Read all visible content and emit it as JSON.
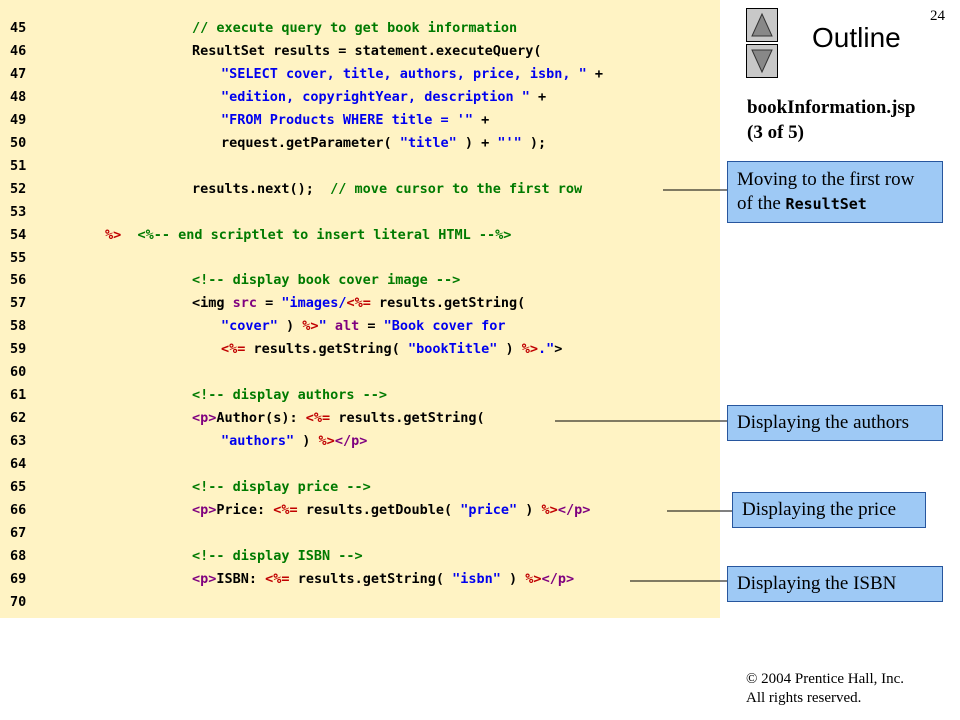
{
  "slide_number": "24",
  "outline_label": "Outline",
  "file_name": "bookInformation.jsp",
  "page_indicator": "(3 of 5)",
  "code_lines": [
    {
      "n": "45",
      "indent": 0,
      "tokens": [
        {
          "t": "// execute query to get book information",
          "c": "c"
        }
      ]
    },
    {
      "n": "46",
      "indent": 0,
      "tokens": [
        {
          "t": "ResultSet results = statement.executeQuery(",
          "c": "k"
        }
      ]
    },
    {
      "n": "47",
      "indent": 1,
      "tokens": [
        {
          "t": "\"SELECT cover, title, authors, price, isbn, \"",
          "c": "s"
        },
        {
          "t": " +",
          "c": "k"
        }
      ]
    },
    {
      "n": "48",
      "indent": 1,
      "tokens": [
        {
          "t": "\"edition, copyrightYear, description \"",
          "c": "s"
        },
        {
          "t": " +",
          "c": "k"
        }
      ]
    },
    {
      "n": "49",
      "indent": 1,
      "tokens": [
        {
          "t": "\"FROM Products WHERE title = '\"",
          "c": "s"
        },
        {
          "t": " +",
          "c": "k"
        }
      ]
    },
    {
      "n": "50",
      "indent": 1,
      "tokens": [
        {
          "t": "request.getParameter( ",
          "c": "k"
        },
        {
          "t": "\"title\"",
          "c": "s"
        },
        {
          "t": " ) + ",
          "c": "k"
        },
        {
          "t": "\"'\"",
          "c": "s"
        },
        {
          "t": " );",
          "c": "k"
        }
      ]
    },
    {
      "n": "51",
      "indent": 0,
      "tokens": []
    },
    {
      "n": "52",
      "indent": 0,
      "tokens": [
        {
          "t": "results.next();  ",
          "c": "k"
        },
        {
          "t": "// move cursor to the first row",
          "c": "c"
        }
      ]
    },
    {
      "n": "53",
      "indent": 0,
      "tokens": []
    },
    {
      "n": "54",
      "indent": -3,
      "tokens": [
        {
          "t": "%>",
          "c": "d"
        },
        {
          "t": "  ",
          "c": "k"
        },
        {
          "t": "<%-- end scriptlet to insert literal HTML --%>",
          "c": "c"
        }
      ]
    },
    {
      "n": "55",
      "indent": 0,
      "tokens": []
    },
    {
      "n": "56",
      "indent": 0,
      "tokens": [
        {
          "t": "<!-- display book cover image -->",
          "c": "c"
        }
      ]
    },
    {
      "n": "57",
      "indent": 0,
      "tokens": [
        {
          "t": "<img ",
          "c": "k"
        },
        {
          "t": "src",
          "c": "m"
        },
        {
          "t": " = ",
          "c": "k"
        },
        {
          "t": "\"images/",
          "c": "s"
        },
        {
          "t": "<%=",
          "c": "d"
        },
        {
          "t": " results.getString(",
          "c": "k"
        }
      ]
    },
    {
      "n": "58",
      "indent": 1,
      "tokens": [
        {
          "t": "\"cover\"",
          "c": "s"
        },
        {
          "t": " ) ",
          "c": "k"
        },
        {
          "t": "%>",
          "c": "d"
        },
        {
          "t": "\"",
          "c": "s"
        },
        {
          "t": " alt",
          "c": "m"
        },
        {
          "t": " = ",
          "c": "k"
        },
        {
          "t": "\"Book cover for",
          "c": "s"
        }
      ]
    },
    {
      "n": "59",
      "indent": 1,
      "tokens": [
        {
          "t": "<%=",
          "c": "d"
        },
        {
          "t": " results.getString( ",
          "c": "k"
        },
        {
          "t": "\"bookTitle\"",
          "c": "s"
        },
        {
          "t": " ) ",
          "c": "k"
        },
        {
          "t": "%>",
          "c": "d"
        },
        {
          "t": ".\"",
          "c": "s"
        },
        {
          "t": ">",
          "c": "k"
        }
      ]
    },
    {
      "n": "60",
      "indent": 0,
      "tokens": []
    },
    {
      "n": "61",
      "indent": 0,
      "tokens": [
        {
          "t": "<!-- display authors -->",
          "c": "c"
        }
      ]
    },
    {
      "n": "62",
      "indent": 0,
      "tokens": [
        {
          "t": "<p>",
          "c": "m"
        },
        {
          "t": "Author(s): ",
          "c": "k"
        },
        {
          "t": "<%=",
          "c": "d"
        },
        {
          "t": " results.getString(",
          "c": "k"
        }
      ]
    },
    {
      "n": "63",
      "indent": 1,
      "tokens": [
        {
          "t": "\"authors\"",
          "c": "s"
        },
        {
          "t": " ) ",
          "c": "k"
        },
        {
          "t": "%>",
          "c": "d"
        },
        {
          "t": "</p>",
          "c": "m"
        }
      ]
    },
    {
      "n": "64",
      "indent": 0,
      "tokens": []
    },
    {
      "n": "65",
      "indent": 0,
      "tokens": [
        {
          "t": "<!-- display price -->",
          "c": "c"
        }
      ]
    },
    {
      "n": "66",
      "indent": 0,
      "tokens": [
        {
          "t": "<p>",
          "c": "m"
        },
        {
          "t": "Price: ",
          "c": "k"
        },
        {
          "t": "<%=",
          "c": "d"
        },
        {
          "t": " results.getDouble( ",
          "c": "k"
        },
        {
          "t": "\"price\"",
          "c": "s"
        },
        {
          "t": " ) ",
          "c": "k"
        },
        {
          "t": "%>",
          "c": "d"
        },
        {
          "t": "</p>",
          "c": "m"
        }
      ]
    },
    {
      "n": "67",
      "indent": 0,
      "tokens": []
    },
    {
      "n": "68",
      "indent": 0,
      "tokens": [
        {
          "t": "<!-- display ISBN -->",
          "c": "c"
        }
      ]
    },
    {
      "n": "69",
      "indent": 0,
      "tokens": [
        {
          "t": "<p>",
          "c": "m"
        },
        {
          "t": "ISBN: ",
          "c": "k"
        },
        {
          "t": "<%=",
          "c": "d"
        },
        {
          "t": " results.getString( ",
          "c": "k"
        },
        {
          "t": "\"isbn\"",
          "c": "s"
        },
        {
          "t": " ) ",
          "c": "k"
        },
        {
          "t": "%>",
          "c": "d"
        },
        {
          "t": "</p>",
          "c": "m"
        }
      ]
    },
    {
      "n": "70",
      "indent": 0,
      "tokens": []
    }
  ],
  "callouts": {
    "first_row": {
      "text": "Moving to the first row of the ",
      "code": "ResultSet"
    },
    "authors": "Displaying the authors",
    "price": "Displaying the price",
    "isbn": "Displaying the ISBN"
  },
  "copyright": {
    "line1": "© 2004 Prentice Hall, Inc.",
    "line2": "All rights reserved."
  },
  "colors": {
    "code_background": "#FFF3C4",
    "callout_background": "#9EC9F5",
    "comment": "#007A00",
    "string": "#0000EE",
    "delimiter": "#C00000",
    "markup": "#7F007F"
  },
  "icons": {
    "nav_up": "triangle-up-icon",
    "nav_down": "triangle-down-icon"
  }
}
